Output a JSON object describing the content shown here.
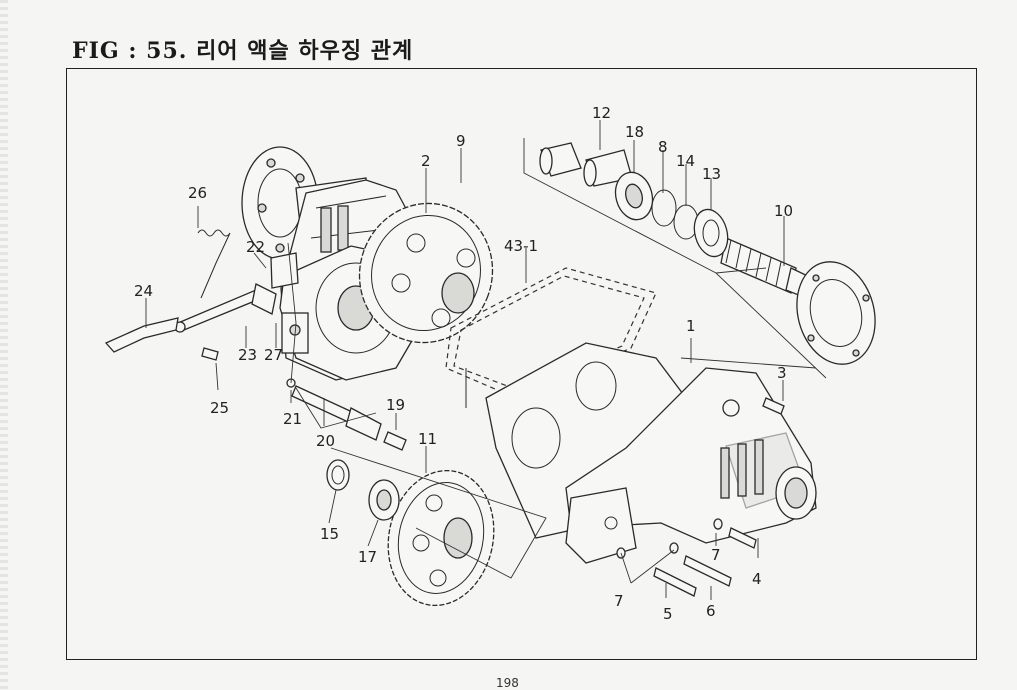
{
  "figure": {
    "title": "FIG : 55. 리어 액슬 하우징 관계"
  },
  "page_number": "198",
  "callouts": {
    "c1": "1",
    "c2": "2",
    "c3": "3",
    "c4": "4",
    "c5": "5",
    "c6": "6",
    "c7a": "7",
    "c7b": "7",
    "c8": "8",
    "c9": "9",
    "c10": "10",
    "c11": "11",
    "c12": "12",
    "c13": "13",
    "c14": "14",
    "c15": "15",
    "c17": "17",
    "c18": "18",
    "c19": "19",
    "c20": "20",
    "c21": "21",
    "c22": "22",
    "c23": "23",
    "c24": "24",
    "c25": "25",
    "c26": "26",
    "c27": "27",
    "c43": "43-1"
  }
}
